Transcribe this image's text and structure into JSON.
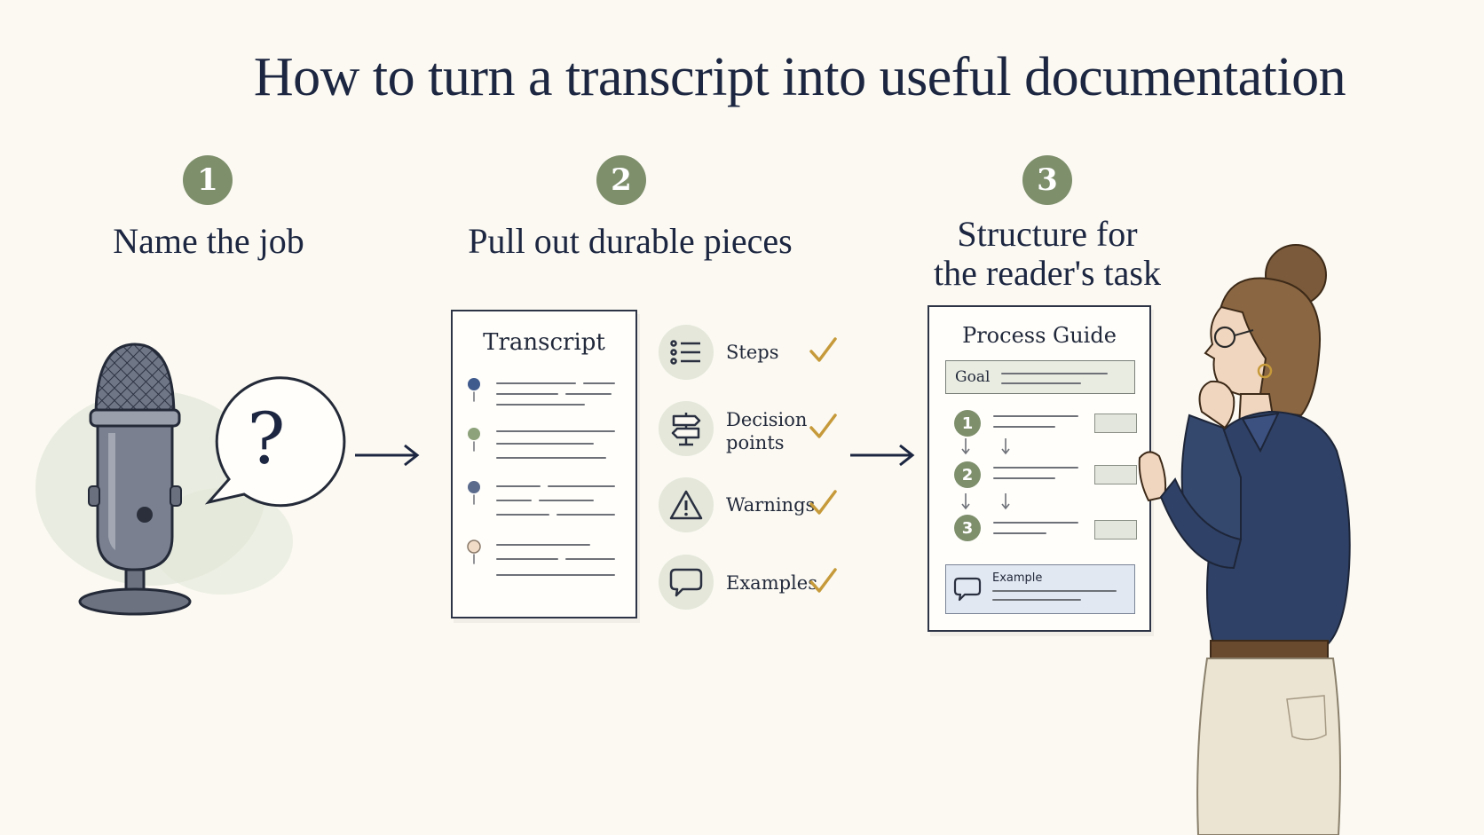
{
  "title": "How to turn a transcript into useful documentation",
  "steps": [
    {
      "number": "1",
      "title": "Name the job"
    },
    {
      "number": "2",
      "title": "Pull out durable pieces"
    },
    {
      "number": "3",
      "title_line1": "Structure for",
      "title_line2": "the reader's task"
    }
  ],
  "bubble_symbol": "?",
  "transcript_doc": {
    "title": "Transcript"
  },
  "pieces": [
    {
      "label": "Steps",
      "icon": "list-icon"
    },
    {
      "label_line1": "Decision",
      "label_line2": "points",
      "icon": "signpost-icon"
    },
    {
      "label": "Warnings",
      "icon": "warning-icon"
    },
    {
      "label": "Examples",
      "icon": "speech-bubble-icon"
    }
  ],
  "guide_doc": {
    "title": "Process Guide",
    "goal_label": "Goal",
    "substeps": [
      "1",
      "2",
      "3"
    ],
    "example_label": "Example"
  },
  "colors": {
    "accent_green": "#7e8f6c",
    "navy": "#1c2640",
    "check_gold": "#c69a3a",
    "background": "#fbf9f2"
  }
}
